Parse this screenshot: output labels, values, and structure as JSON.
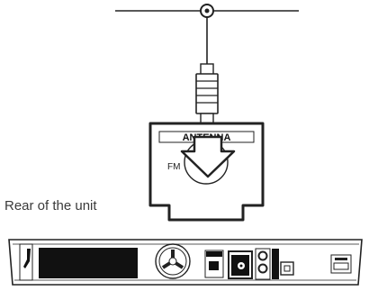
{
  "diagram": {
    "caption": "Rear of the unit",
    "connector_heading": "ANTENNA",
    "connector_jack_label": "FM"
  },
  "icons": [
    "antenna-icon",
    "coax-plug-icon",
    "arrow-down-icon",
    "fan-icon"
  ]
}
